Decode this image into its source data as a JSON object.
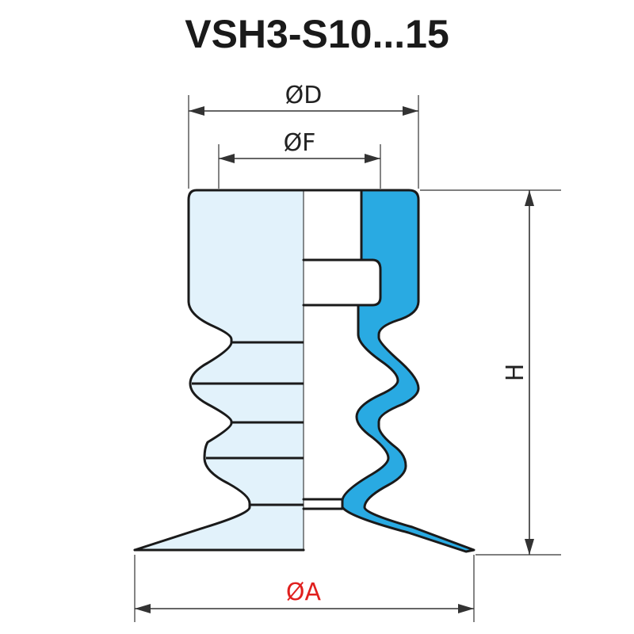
{
  "title": "VSH3-S10...15",
  "dimensions": {
    "D": "ØD",
    "F": "ØF",
    "H": "H",
    "A": "ØA"
  },
  "colors": {
    "body_fill": "#e2f2fb",
    "section_fill": "#29aae2",
    "outline": "#1a1a1a",
    "dim_line": "#333333",
    "highlight_dim": "#e0201e"
  }
}
